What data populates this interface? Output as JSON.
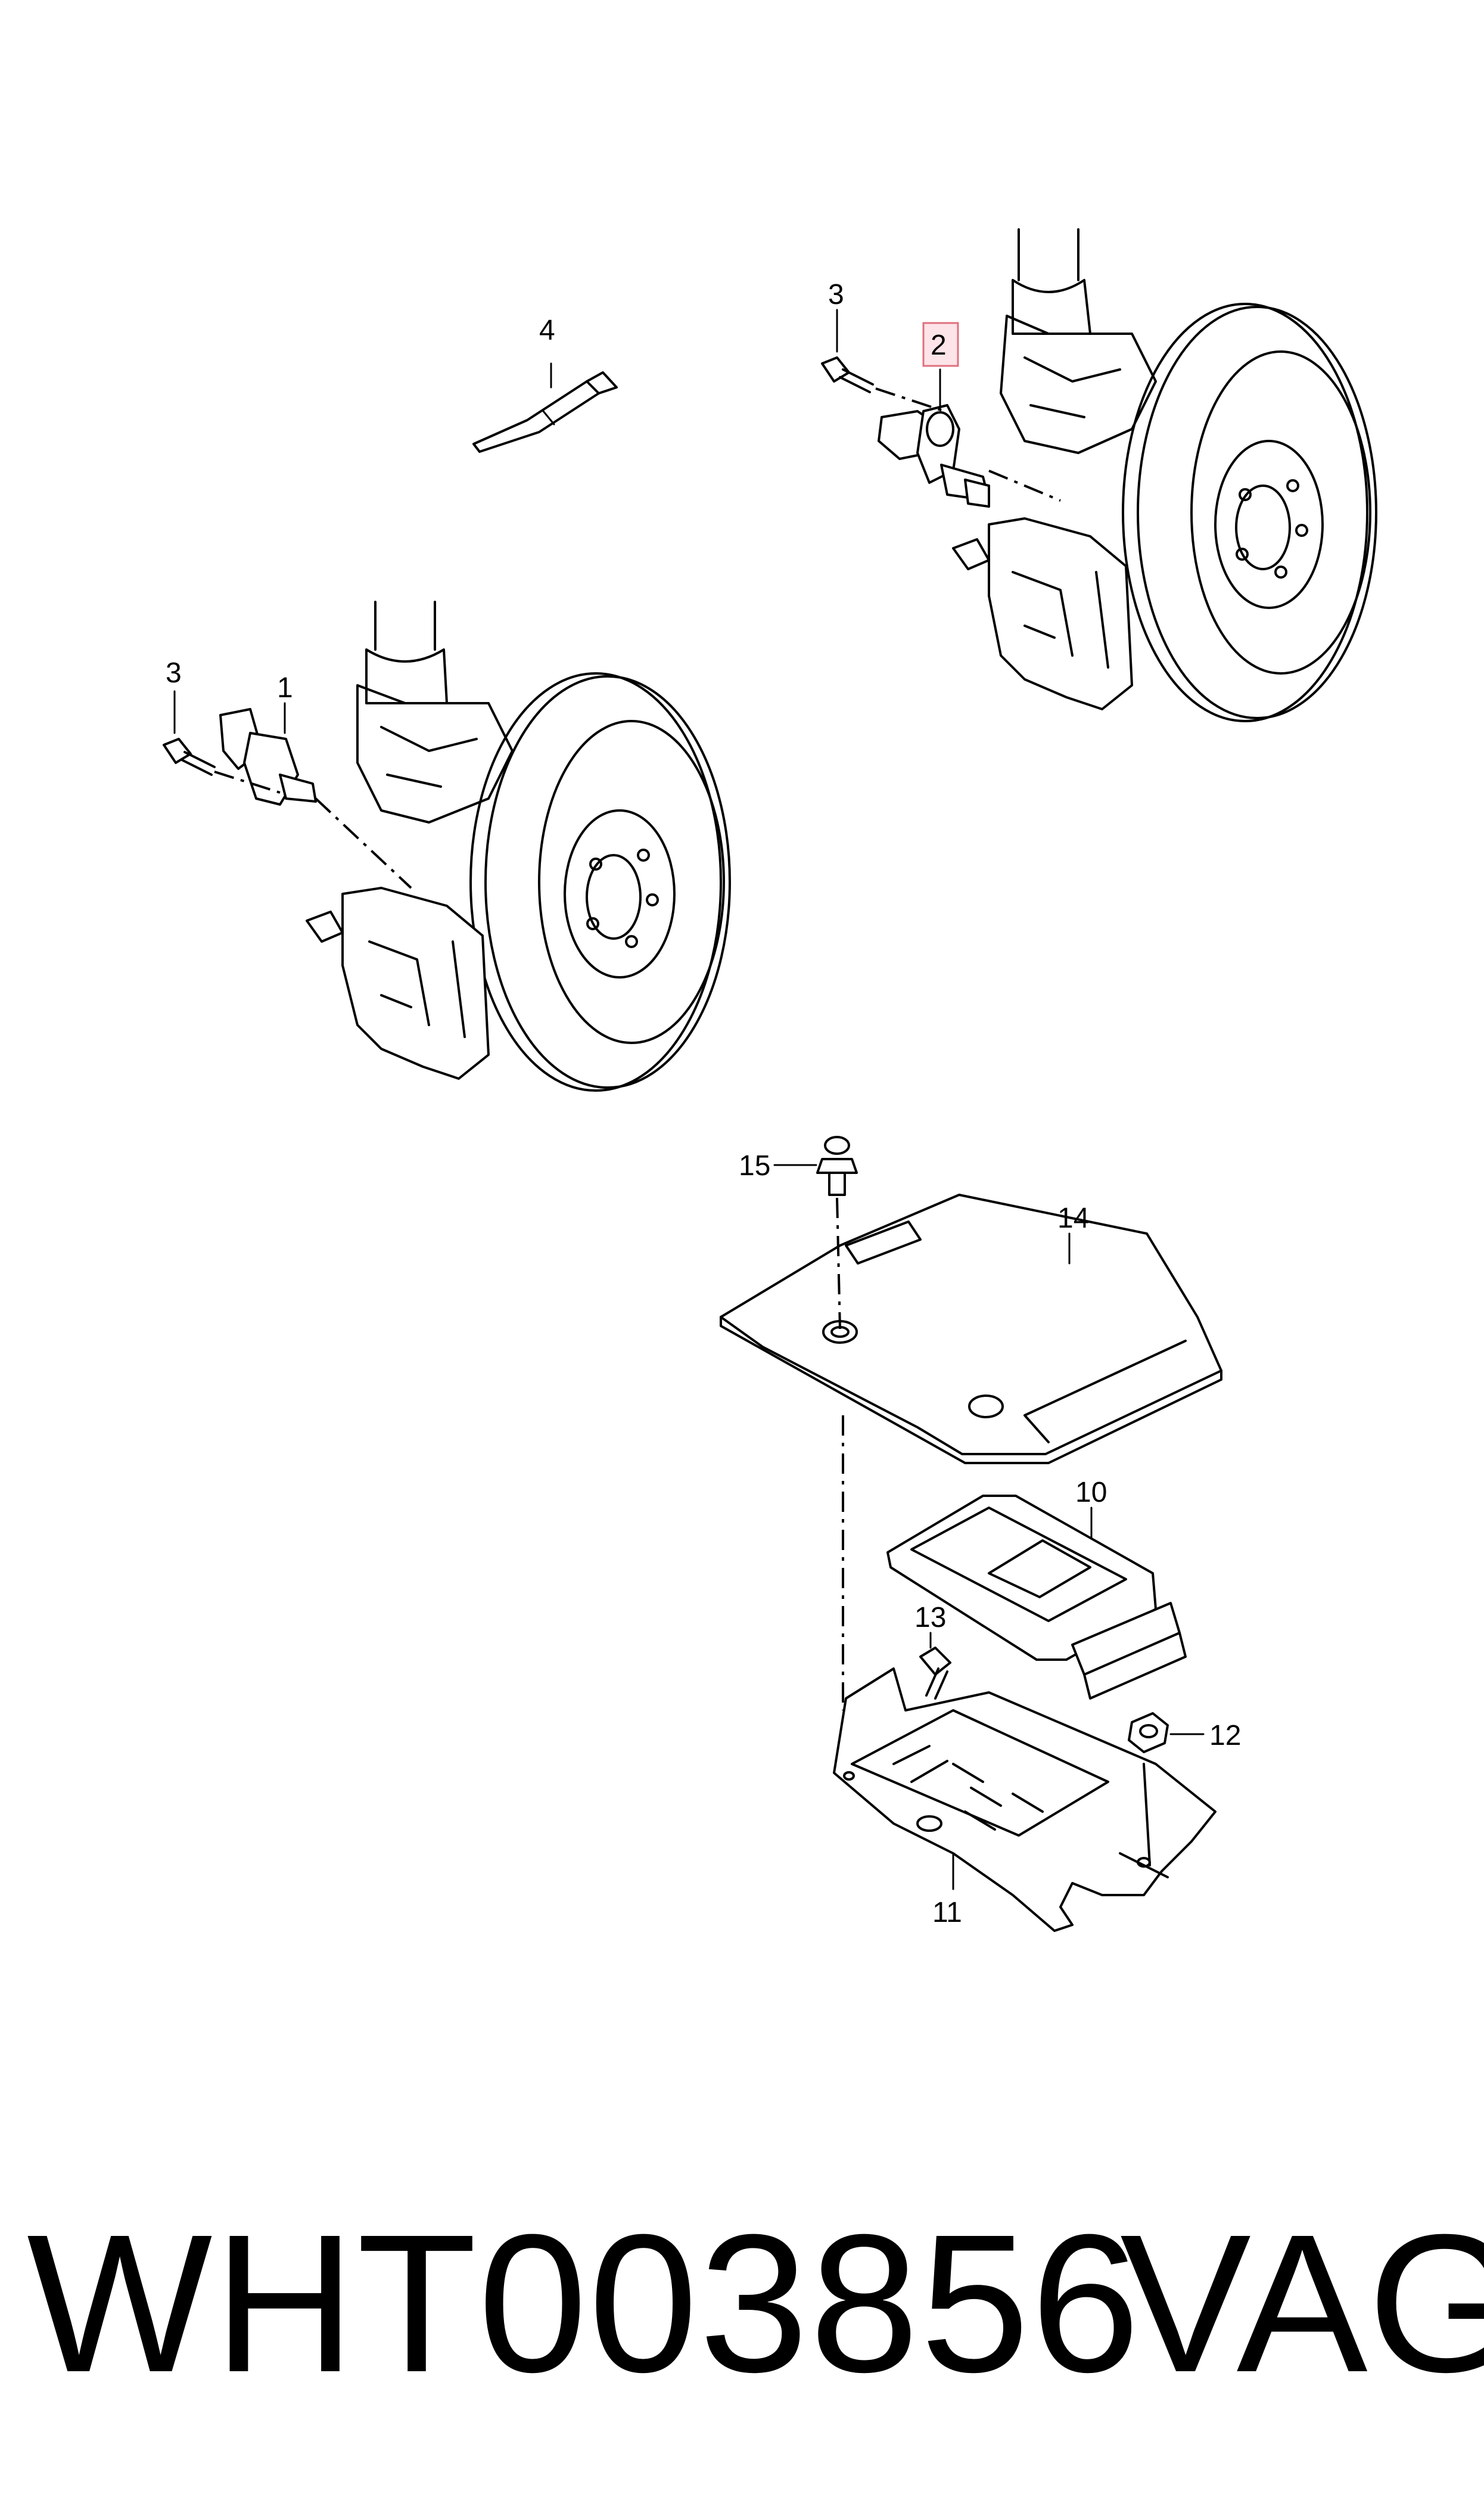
{
  "callouts": {
    "c1": "1",
    "c2": "2",
    "c3a": "3",
    "c3b": "3",
    "c4": "4",
    "c10": "10",
    "c11": "11",
    "c12": "12",
    "c13": "13",
    "c14": "14",
    "c15": "15"
  },
  "highlighted_part": "2",
  "highlight_color": "#e0707f",
  "footer": {
    "part_number": "WHT003856",
    "brand": "VAG"
  }
}
